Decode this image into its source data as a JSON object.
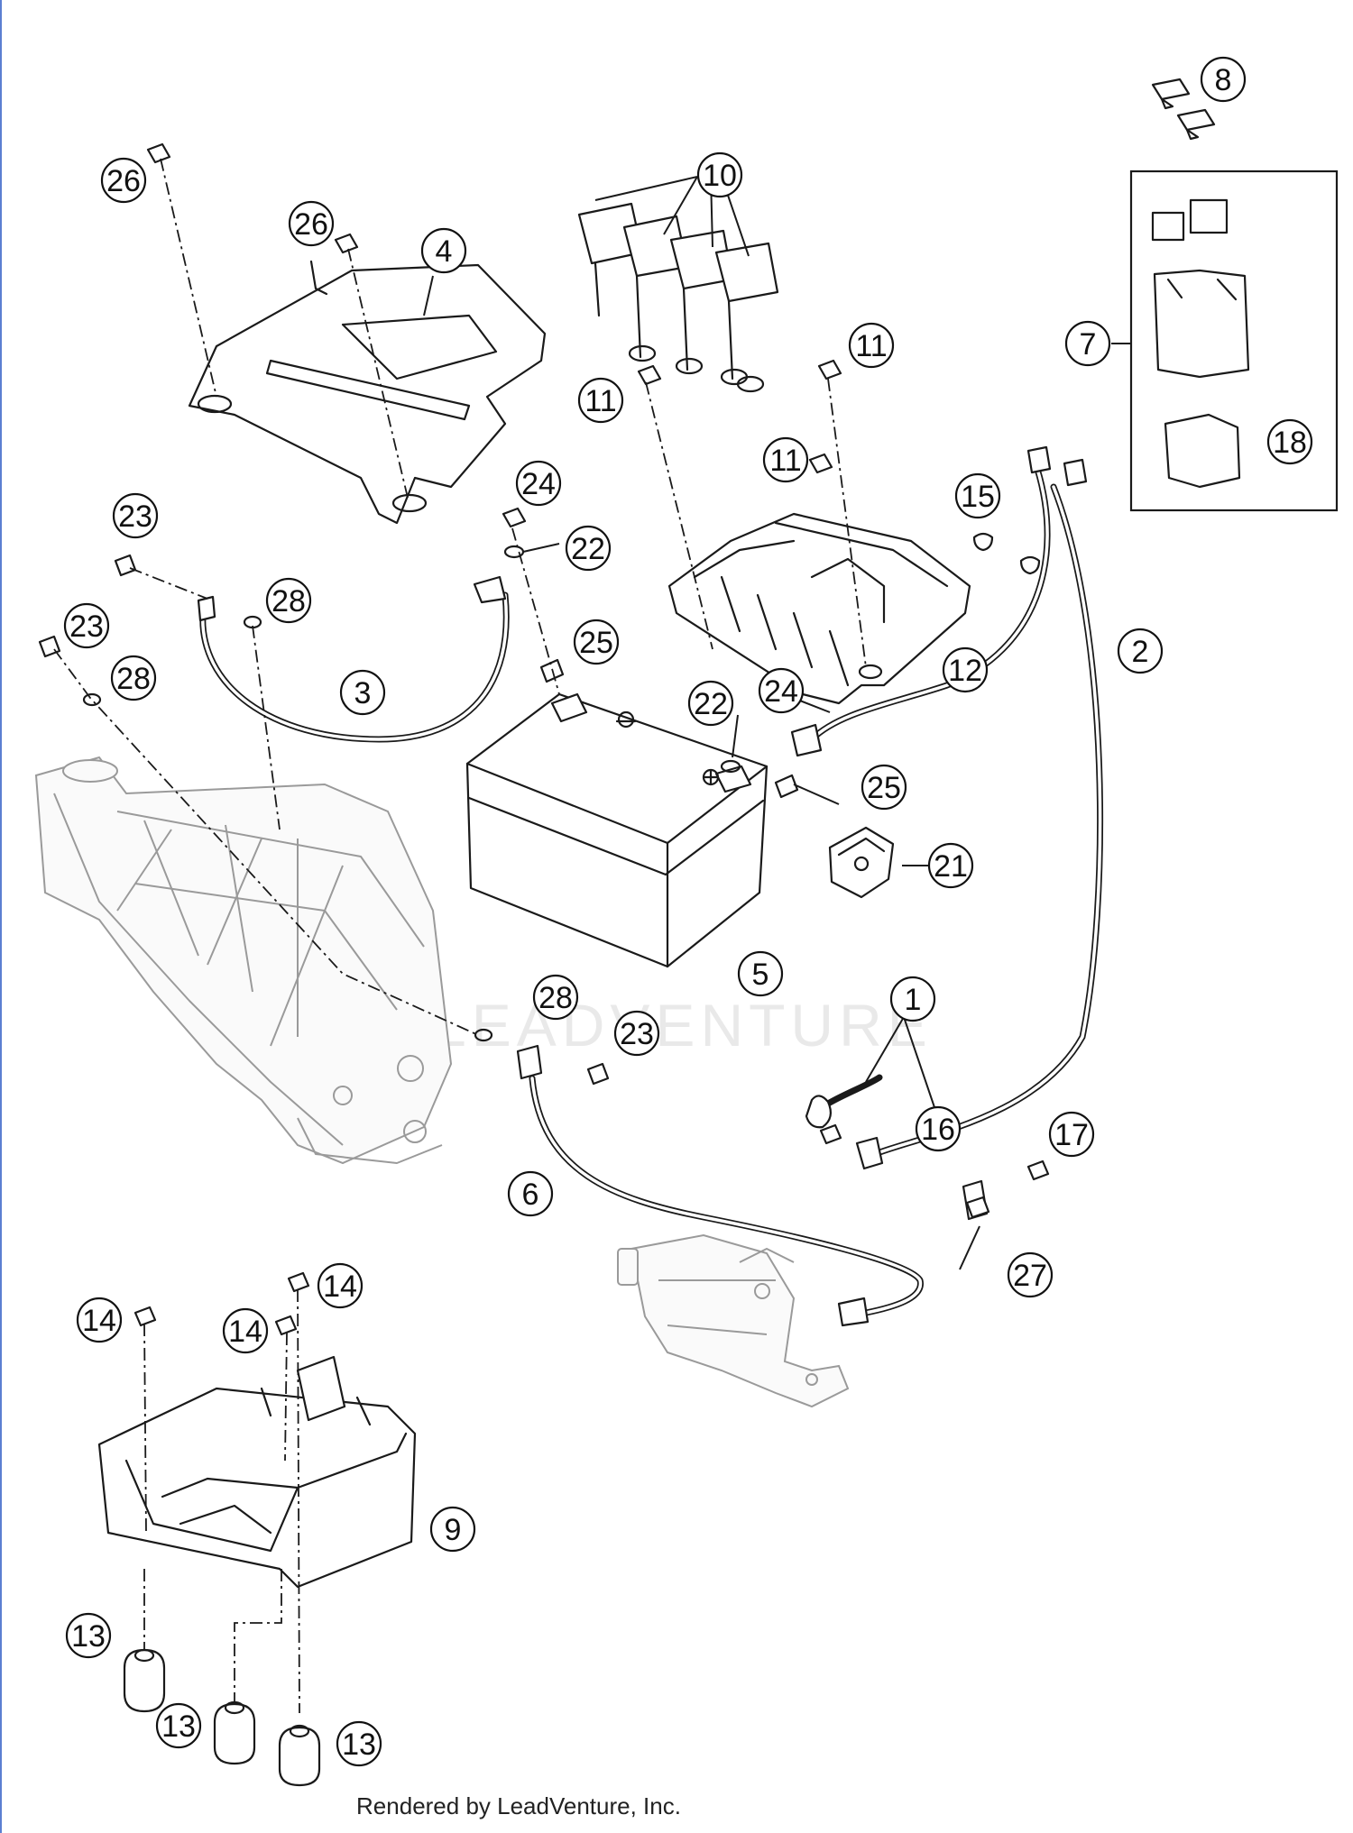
{
  "diagram": {
    "callouts": [
      "1",
      "2",
      "3",
      "4",
      "5",
      "6",
      "7",
      "8",
      "9",
      "10",
      "11",
      "12",
      "13",
      "14",
      "15",
      "16",
      "17",
      "18",
      "21",
      "22",
      "23",
      "24",
      "25",
      "26",
      "27",
      "28"
    ],
    "watermark": "LEADVENTURE",
    "footer": "Rendered by LeadVenture, Inc."
  },
  "colors": {
    "line": "#1a1a1a",
    "ghost_part": "#9a9a9a",
    "page_edge": "#5b7fd1"
  }
}
